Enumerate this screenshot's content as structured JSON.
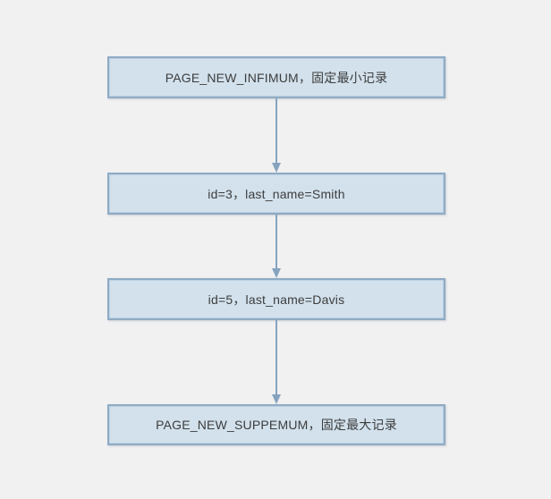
{
  "diagram": {
    "type": "flow",
    "nodes": [
      {
        "id": "infimum",
        "label": "PAGE_NEW_INFIMUM，固定最小记录"
      },
      {
        "id": "record-1",
        "label": "id=3，last_name=Smith"
      },
      {
        "id": "record-2",
        "label": "id=5，last_name=Davis"
      },
      {
        "id": "supremum",
        "label": "PAGE_NEW_SUPPEMUM，固定最大记录"
      }
    ],
    "edges": [
      {
        "from": "infimum",
        "to": "record-1",
        "direction": "down"
      },
      {
        "from": "record-1",
        "to": "record-2",
        "direction": "down"
      },
      {
        "from": "record-2",
        "to": "supremum",
        "direction": "down"
      }
    ],
    "colors": {
      "background": "#f1f1f2",
      "node_fill": "#d2e1ec",
      "node_border": "#8fabc4",
      "arrow": "#85a3bf",
      "text": "#3d3d3d"
    }
  }
}
